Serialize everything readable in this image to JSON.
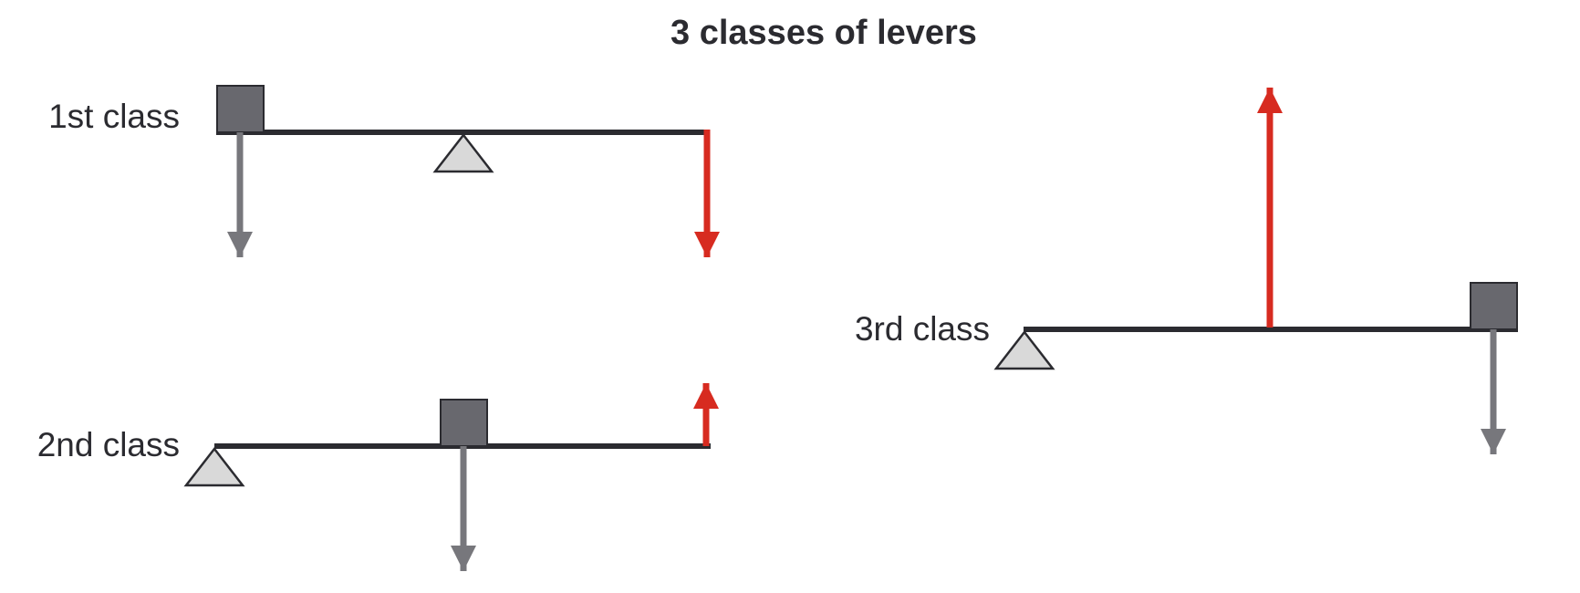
{
  "title": "3 classes of levers",
  "levers": [
    {
      "label": "1st class"
    },
    {
      "label": "2nd class"
    },
    {
      "label": "3rd class"
    }
  ],
  "colors": {
    "beam": "#2b2b30",
    "load_block": "#68686e",
    "load_arrow": "#77777c",
    "effort_arrow": "#d72b20",
    "fulcrum_fill": "#d9d9d9",
    "text": "#2b2b30"
  }
}
